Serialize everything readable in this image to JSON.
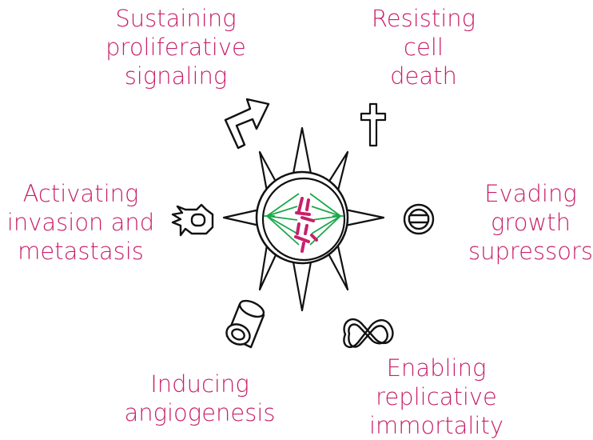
{
  "accent_color": "#c8206a",
  "spindle_color": "#1aa84a",
  "hallmarks": [
    {
      "id": "proliferative",
      "icon": "bent-arrow-icon",
      "lines": [
        "Sustaining",
        "proliferative",
        "signaling"
      ]
    },
    {
      "id": "cell-death",
      "icon": "cross-icon",
      "lines": [
        "Resisting",
        "cell",
        "death"
      ]
    },
    {
      "id": "growth-suppressors",
      "icon": "no-entry-icon",
      "lines": [
        "Evading",
        "growth",
        "supressors"
      ]
    },
    {
      "id": "replicative-immortality",
      "icon": "infinity-icon",
      "lines": [
        "Enabling",
        "replicative",
        "immortality"
      ]
    },
    {
      "id": "angiogenesis",
      "icon": "vessel-tube-icon",
      "lines": [
        "Inducing",
        "angiogenesis"
      ]
    },
    {
      "id": "invasion-metastasis",
      "icon": "invasive-cell-icon",
      "lines": [
        "Activating",
        "invasion and",
        "metastasis"
      ]
    }
  ],
  "center": {
    "icon": "dividing-cell-icon"
  }
}
